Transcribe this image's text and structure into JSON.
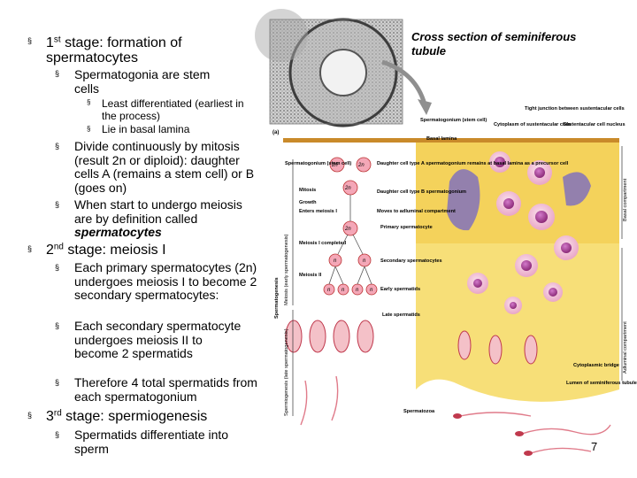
{
  "bullet_glyph": "§",
  "stage1": {
    "sup": "st",
    "pre": "1",
    "text": " stage: formation of spermatocytes"
  },
  "stage1_items": {
    "a": "Spermatogonia are stem cells",
    "a1": "Least differentiated (earliest in the process)",
    "a2": "Lie in basal lamina",
    "b": "Divide continuously by mitosis (result 2n or diploid): daughter cells A (remains a stem cell) or B (goes on)",
    "c_pre": "When start to undergo meiosis are by definition called ",
    "c_em": "spermatocytes"
  },
  "stage2": {
    "pre": "2",
    "sup": "nd",
    "text": " stage: meiosis I"
  },
  "stage2_items": {
    "a": "Each primary spermatocytes (2n) undergoes meiosis I to become 2 secondary spermatocytes:",
    "b": "Each secondary spermatocyte undergoes meiosis II to become 2 spermatids",
    "c": "Therefore 4 total spermatids from each spermatogonium"
  },
  "stage3": {
    "pre": "3",
    "sup": "rd",
    "text": " stage: spermiogenesis"
  },
  "stage3_items": {
    "a": "Spermatids differentiate into sperm"
  },
  "caption": "Cross section of seminiferous tubule",
  "page_number": "7",
  "figure": {
    "panel_label": "(a)",
    "labels": {
      "spermatogonium_stem": "Spermatogonium (stem cell)",
      "cytoplasm": "Cytoplasm of sustentacular cells",
      "tight_junction": "Tight junction between sustentacular cells",
      "sustentacular_nucleus": "Sustentacular cell nucleus",
      "basal_lamina": "Basal lamina",
      "spermatogonium_left": "Spermatogonium (stem cell)",
      "mitosis": "Mitosis",
      "growth": "Growth",
      "enters_meiosis": "Enters meiosis I",
      "meiosis1_completed": "Meiosis I completed",
      "meiosis2": "Meiosis II",
      "daughter_a": "Daughter cell type A spermatogonium remains at basal lamina as a precursor cell",
      "daughter_b": "Daughter cell type B spermatogonium",
      "moves_adluminal": "Moves to adluminal compartment",
      "primary": "Primary spermatocyte",
      "secondary": "Secondary spermatocytes",
      "early_spermatids": "Early spermatids",
      "late_spermatids": "Late spermatids",
      "cytoplasmic_bridge": "Cytoplasmic bridge",
      "lumen": "Lumen of seminiferous tubule",
      "spermatozoa": "Spermatozoa",
      "basal_compartment": "Basal compartment",
      "adluminal_compartment": "Adluminal compartment",
      "spermatogenesis": "Spermatogenesis",
      "meiosis_early": "Meiosis (early spermatogenesis)",
      "spermiogenesis_late": "Spermiogenesis (late spermatogenesis)"
    },
    "cell_labels": [
      "2n",
      "2n",
      "2n",
      "2n",
      "n",
      "n",
      "n",
      "n",
      "n",
      "n"
    ]
  }
}
